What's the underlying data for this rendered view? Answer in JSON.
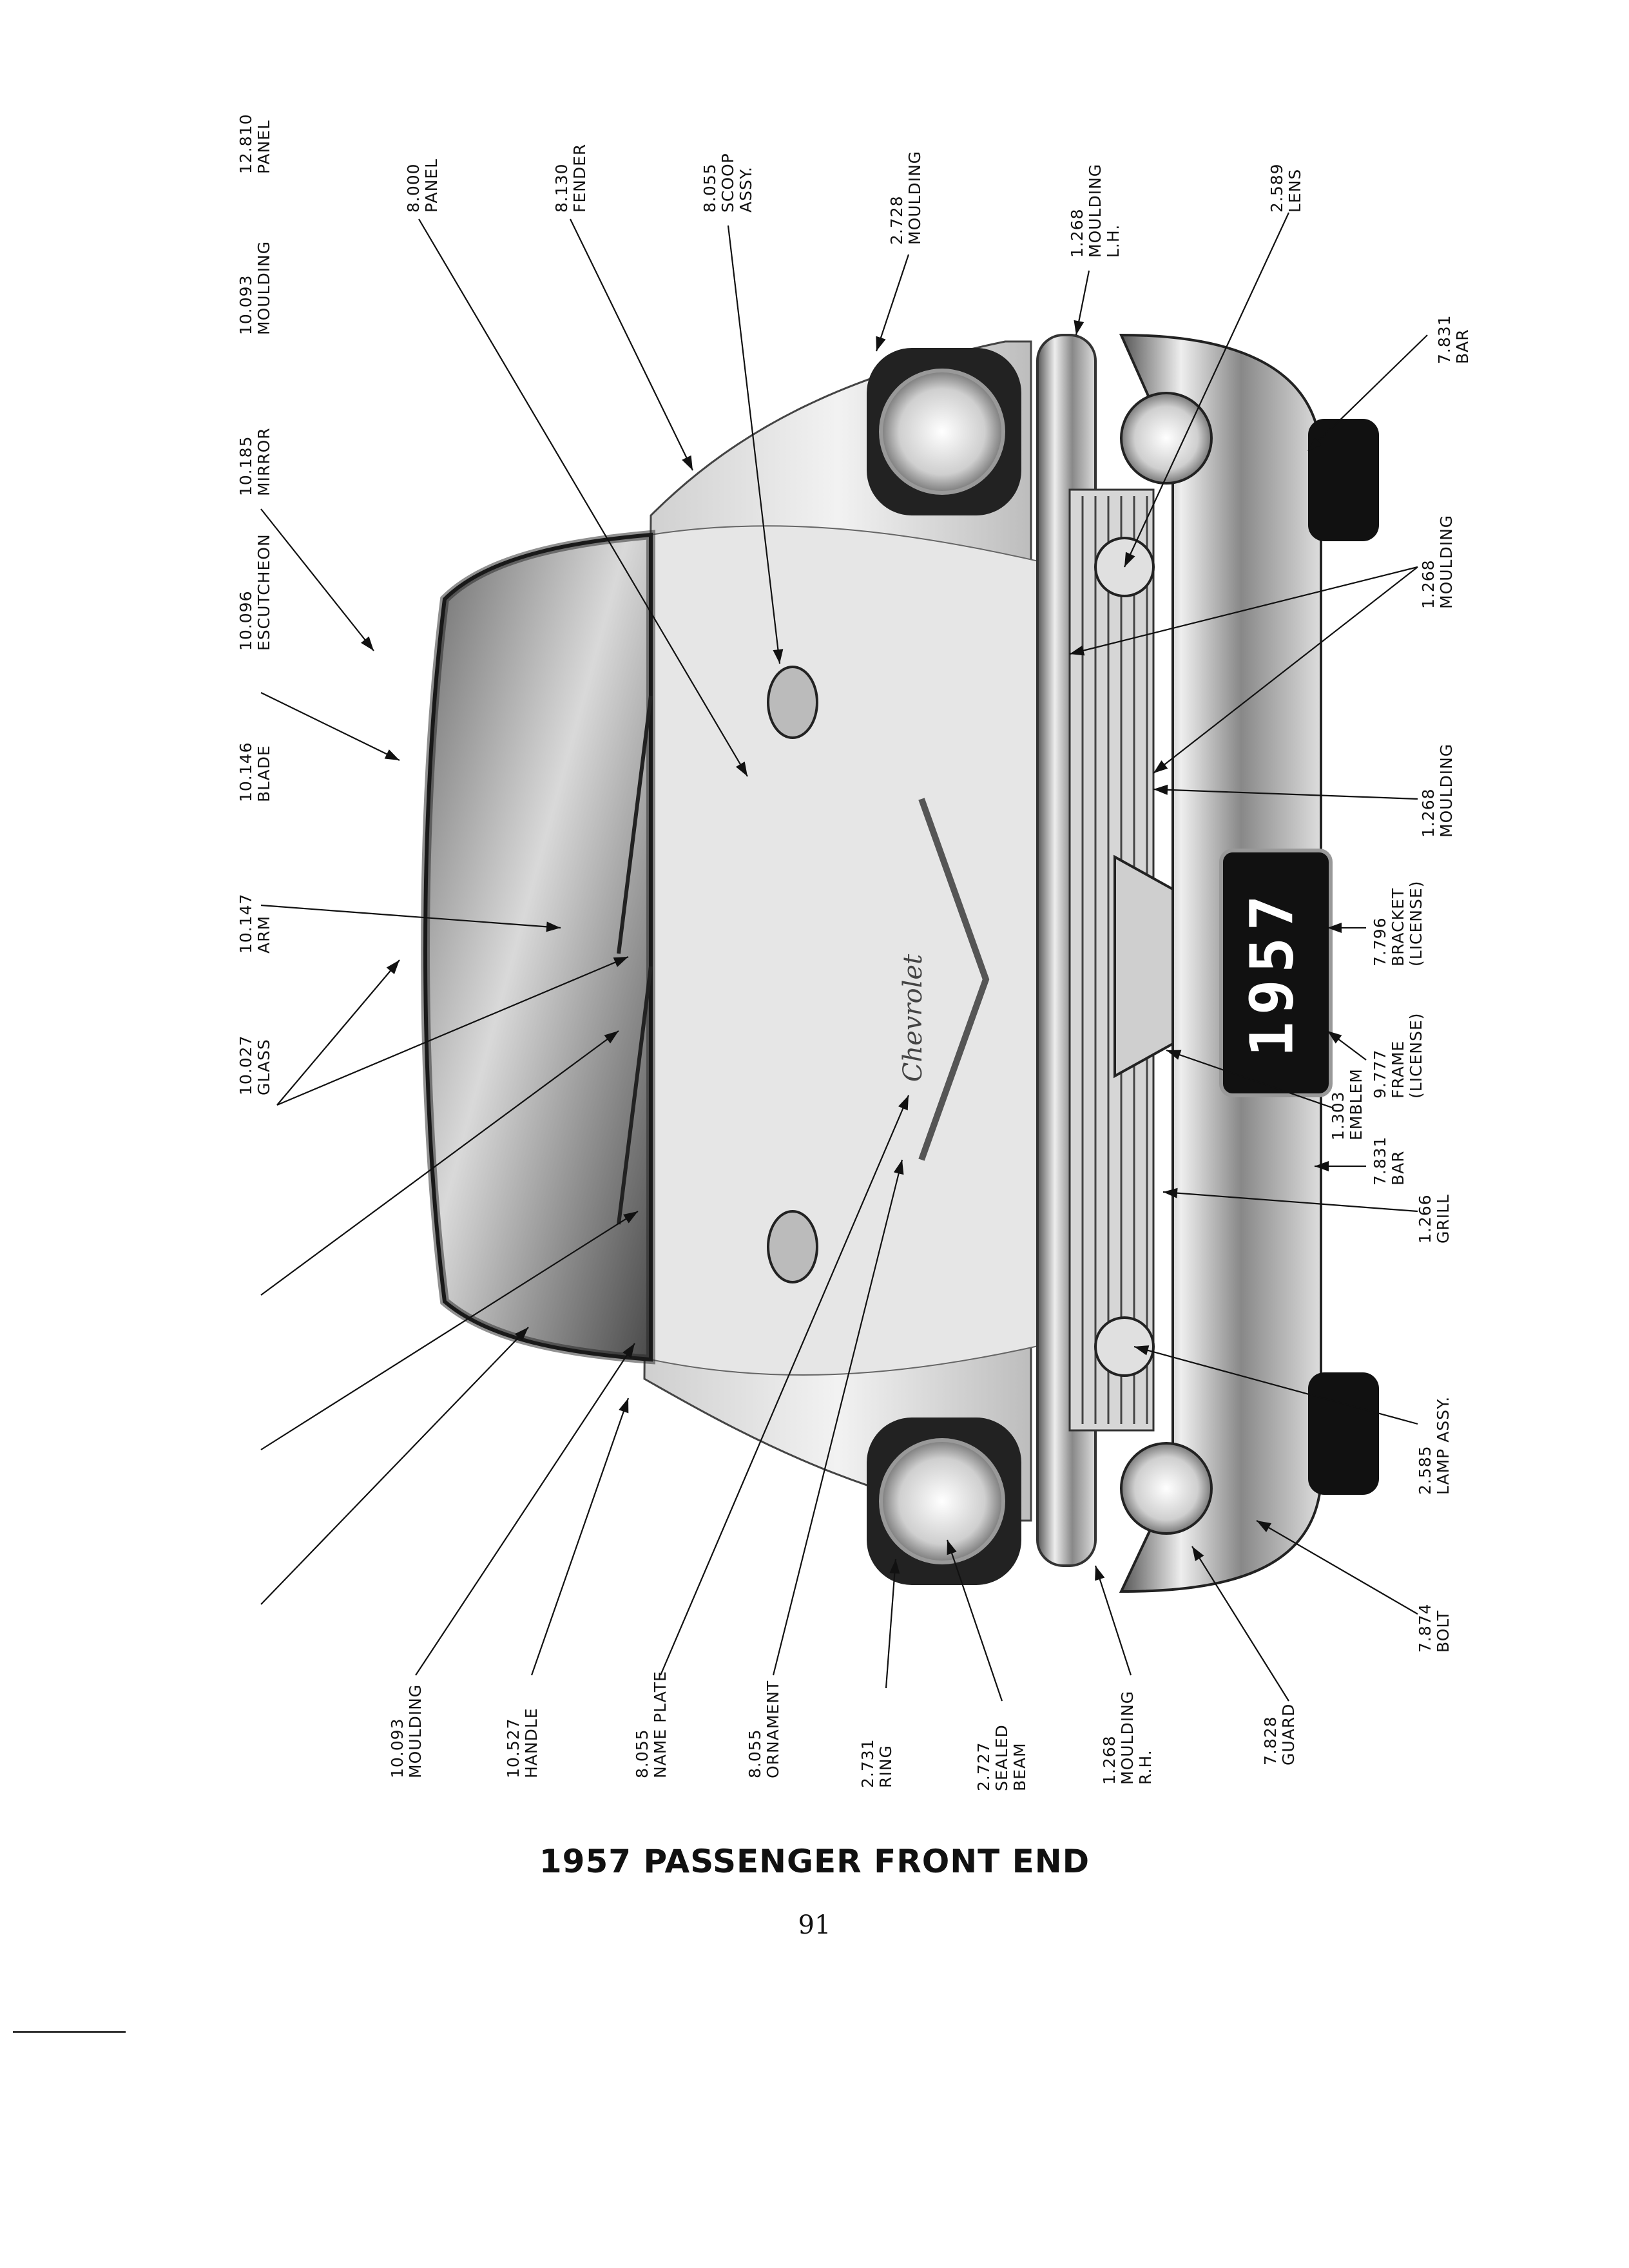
{
  "caption": "1957 PASSENGER FRONT END",
  "page_number": "91",
  "plate_text": "1957",
  "grille_script": "Chevrolet",
  "parts": [
    {
      "id": "panel-12810",
      "lines": [
        "12.810",
        "PANEL"
      ]
    },
    {
      "id": "moulding-10093-top",
      "lines": [
        "10.093",
        "MOULDING"
      ]
    },
    {
      "id": "mirror-10185",
      "lines": [
        "10.185",
        "MIRROR"
      ]
    },
    {
      "id": "escutcheon-10096",
      "lines": [
        "10.096",
        "ESCUTCHEON"
      ]
    },
    {
      "id": "blade-10146",
      "lines": [
        "10.146",
        "BLADE"
      ]
    },
    {
      "id": "arm-10147",
      "lines": [
        "10.147",
        "ARM"
      ]
    },
    {
      "id": "glass-10027",
      "lines": [
        "10.027",
        "GLASS"
      ]
    },
    {
      "id": "panel-8000",
      "lines": [
        "8.000",
        "PANEL"
      ]
    },
    {
      "id": "fender-8130",
      "lines": [
        "8.130",
        "FENDER"
      ]
    },
    {
      "id": "scoop-8055",
      "lines": [
        "8.055",
        "SCOOP",
        "ASSY."
      ]
    },
    {
      "id": "moulding-2728",
      "lines": [
        "2.728",
        "MOULDING"
      ]
    },
    {
      "id": "moulding-lh-1268",
      "lines": [
        "1.268",
        "MOULDING",
        "L.H."
      ]
    },
    {
      "id": "lens-2589",
      "lines": [
        "2.589",
        "LENS"
      ]
    },
    {
      "id": "bar-7831-top",
      "lines": [
        "7.831",
        "BAR"
      ]
    },
    {
      "id": "moulding-1268-a",
      "lines": [
        "1.268",
        "MOULDING"
      ]
    },
    {
      "id": "moulding-1268-b",
      "lines": [
        "1.268",
        "MOULDING"
      ]
    },
    {
      "id": "bracket-7796",
      "lines": [
        "7.796",
        "BRACKET",
        "(LICENSE)"
      ]
    },
    {
      "id": "frame-9777",
      "lines": [
        "9.777",
        "FRAME",
        "(LICENSE)"
      ]
    },
    {
      "id": "emblem-1303",
      "lines": [
        "1.303",
        "EMBLEM"
      ]
    },
    {
      "id": "bar-7831-mid",
      "lines": [
        "7.831",
        "BAR"
      ]
    },
    {
      "id": "grill-1266",
      "lines": [
        "1.266",
        "GRILL"
      ]
    },
    {
      "id": "lamp-2585",
      "lines": [
        "2.585",
        "LAMP ASSY."
      ]
    },
    {
      "id": "bolt-7874",
      "lines": [
        "7.874",
        "BOLT"
      ]
    },
    {
      "id": "moulding-10093-bottom",
      "lines": [
        "10.093",
        "MOULDING"
      ]
    },
    {
      "id": "handle-10527",
      "lines": [
        "10.527",
        "HANDLE"
      ]
    },
    {
      "id": "nameplate-8055",
      "lines": [
        "8.055",
        "NAME PLATE"
      ]
    },
    {
      "id": "ornament-8055",
      "lines": [
        "8.055",
        "ORNAMENT"
      ]
    },
    {
      "id": "ring-2731",
      "lines": [
        "2.731",
        "RING"
      ]
    },
    {
      "id": "sealed-beam-2727",
      "lines": [
        "2.727",
        "SEALED",
        "BEAM"
      ]
    },
    {
      "id": "moulding-rh-1268",
      "lines": [
        "1.268",
        "MOULDING",
        "R.H."
      ]
    },
    {
      "id": "guard-7828",
      "lines": [
        "7.828",
        "GUARD"
      ]
    }
  ]
}
